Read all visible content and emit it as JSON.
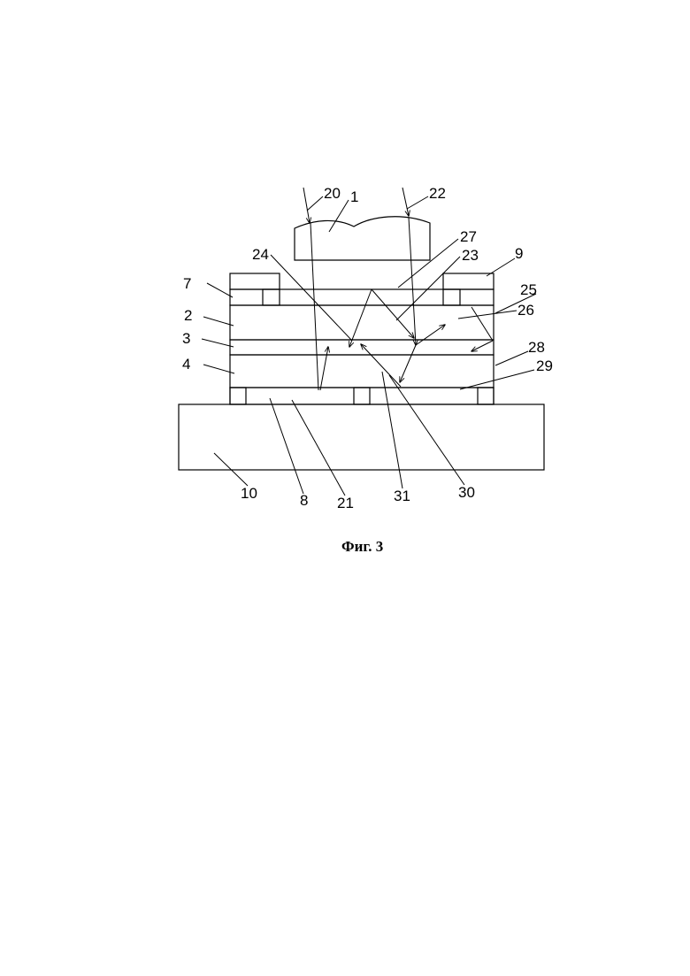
{
  "caption": "Фиг. 3",
  "labels": {
    "l1": "1",
    "l2": "2",
    "l3": "3",
    "l4": "4",
    "l7": "7",
    "l8": "8",
    "l9": "9",
    "l10": "10",
    "l20": "20",
    "l21": "21",
    "l22": "22",
    "l23": "23",
    "l24": "24",
    "l25": "25",
    "l26": "26",
    "l27": "27",
    "l28": "28",
    "l29": "29",
    "l30": "30",
    "l31": "31"
  }
}
